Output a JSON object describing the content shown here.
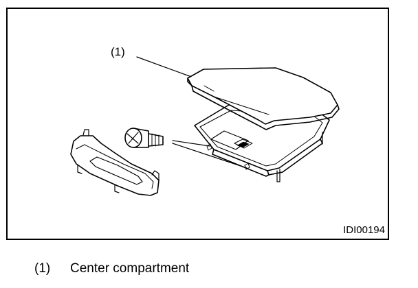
{
  "figure": {
    "callout_label": "(1)",
    "figure_id": "IDI00194"
  },
  "legend": {
    "items": [
      {
        "number": "(1)",
        "text": "Center compartment"
      }
    ]
  }
}
